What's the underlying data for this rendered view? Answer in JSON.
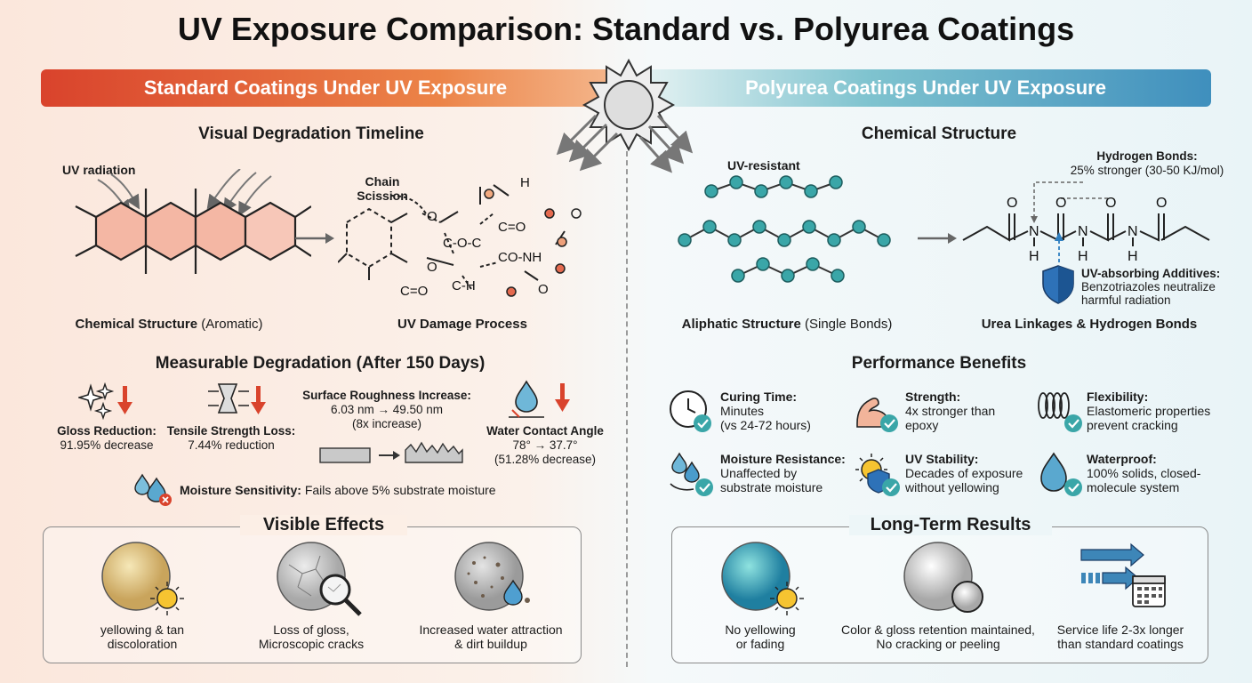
{
  "title": "UV Exposure Comparison: Standard vs. Polyurea Coatings",
  "left": {
    "banner": "Standard Coatings Under UV Exposure",
    "timeline_title": "Visual Degradation Timeline",
    "uv_radiation_label": "UV radiation",
    "chain_scission_label": "Chain Scission",
    "chem_structure_bold": "Chemical Structure",
    "chem_structure_rest": "(Aromatic)",
    "damage_label": "UV Damage Process",
    "fragments": [
      "C=O",
      "C-O-C",
      "CO-NH",
      "C=O",
      "C-H",
      "O",
      "O",
      "O",
      "H"
    ],
    "measurable_title": "Measurable Degradation (After 150 Days)",
    "gloss": {
      "title": "Gloss Reduction:",
      "value": "91.95% decrease"
    },
    "tensile": {
      "title": "Tensile Strength Loss:",
      "value": "7.44% reduction"
    },
    "roughness": {
      "title": "Surface Roughness Increase:",
      "value": "6.03 nm → 49.50 nm",
      "note": "(8x increase)"
    },
    "contact": {
      "title": "Water Contact Angle",
      "value": "78° → 37.7°",
      "note": "(51.28% decrease)"
    },
    "moisture": {
      "bold": "Moisture Sensitivity:",
      "rest": "Fails above 5% substrate moisture"
    },
    "visible_title": "Visible Effects",
    "effects": [
      {
        "line1": "yellowing & tan",
        "line2": "discoloration"
      },
      {
        "line1": "Loss of gloss,",
        "line2": "Microscopic cracks"
      },
      {
        "line1": "Increased water attraction",
        "line2": "& dirt buildup"
      }
    ]
  },
  "right": {
    "banner": "Polyurea Coatings Under UV Exposure",
    "chem_title": "Chemical Structure",
    "uv_resistant_label": "UV-resistant",
    "hbond_title": "Hydrogen Bonds:",
    "hbond_value": "25% stronger (30-50 KJ/mol)",
    "additives_title": "UV-absorbing Additives:",
    "additives_line1": "Benzotriazoles neutralize",
    "additives_line2": "harmful radiation",
    "aliphatic_bold": "Aliphatic Structure",
    "aliphatic_rest": "(Single Bonds)",
    "urea_label": "Urea Linkages & Hydrogen Bonds",
    "atoms": {
      "o": "O",
      "n": "N",
      "h": "H"
    },
    "benefits_title": "Performance Benefits",
    "benefits": [
      {
        "title": "Curing Time:",
        "line1": "Minutes",
        "line2": "(vs 24-72 hours)"
      },
      {
        "title": "Strength:",
        "line1": "4x stronger than",
        "line2": "epoxy"
      },
      {
        "title": "Flexibility:",
        "line1": "Elastomeric properties",
        "line2": "prevent cracking"
      },
      {
        "title": "Moisture Resistance:",
        "line1": "Unaffected by",
        "line2": "substrate moisture"
      },
      {
        "title": "UV Stability:",
        "line1": "Decades of exposure",
        "line2": "without yellowing"
      },
      {
        "title": "Waterproof:",
        "line1": "100% solids, closed-",
        "line2": "molecule system"
      }
    ],
    "results_title": "Long-Term Results",
    "results": [
      {
        "line1": "No yellowing",
        "line2": "or fading"
      },
      {
        "line1": "Color & gloss retention maintained,",
        "line2": "No cracking or peeling"
      },
      {
        "line1": "Service life 2-3x longer",
        "line2": "than standard coatings"
      }
    ]
  },
  "colors": {
    "accent_red": "#d9432c",
    "accent_blue": "#3f8fbd",
    "teal_node": "#3aa6a8"
  }
}
